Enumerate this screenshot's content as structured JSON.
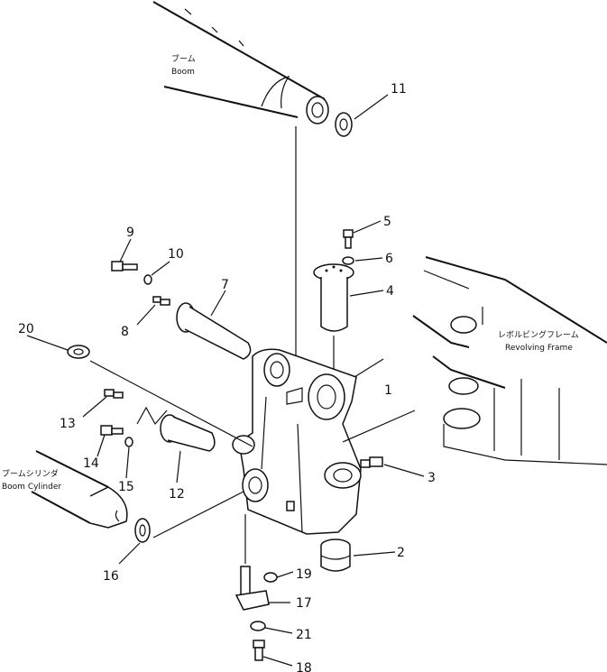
{
  "labels": {
    "boom_jp": "ブーム",
    "boom_en": "Boom",
    "revolving_jp": "レボルビングフレーム",
    "revolving_en": "Revolving Frame",
    "cylinder_jp": "ブームシリンダ",
    "cylinder_en": "Boom Cylinder"
  },
  "callouts": [
    "1",
    "2",
    "3",
    "4",
    "5",
    "6",
    "7",
    "8",
    "9",
    "10",
    "11",
    "12",
    "13",
    "14",
    "15",
    "16",
    "17",
    "18",
    "19",
    "20",
    "21"
  ]
}
